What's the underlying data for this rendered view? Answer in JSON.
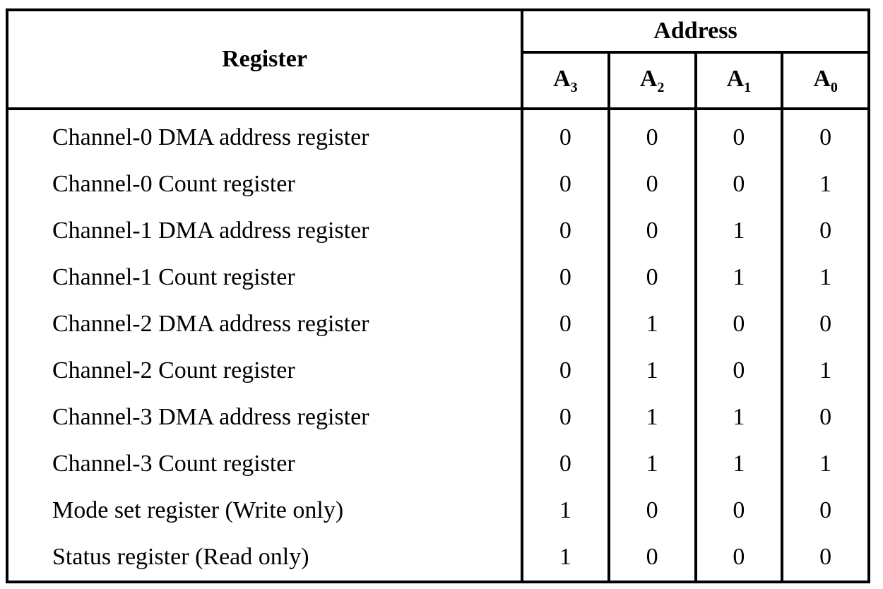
{
  "table": {
    "header": {
      "register": "Register",
      "address": "Address",
      "bits": [
        {
          "base": "A",
          "sub": "3"
        },
        {
          "base": "A",
          "sub": "2"
        },
        {
          "base": "A",
          "sub": "1"
        },
        {
          "base": "A",
          "sub": "0"
        }
      ]
    },
    "rows": [
      {
        "register": "Channel-0 DMA address register",
        "a3": "0",
        "a2": "0",
        "a1": "0",
        "a0": "0"
      },
      {
        "register": "Channel-0 Count register",
        "a3": "0",
        "a2": "0",
        "a1": "0",
        "a0": "1"
      },
      {
        "register": "Channel-1 DMA address register",
        "a3": "0",
        "a2": "0",
        "a1": "1",
        "a0": "0"
      },
      {
        "register": "Channel-1 Count register",
        "a3": "0",
        "a2": "0",
        "a1": "1",
        "a0": "1"
      },
      {
        "register": "Channel-2 DMA address register",
        "a3": "0",
        "a2": "1",
        "a1": "0",
        "a0": "0"
      },
      {
        "register": "Channel-2 Count register",
        "a3": "0",
        "a2": "1",
        "a1": "0",
        "a0": "1"
      },
      {
        "register": "Channel-3 DMA address register",
        "a3": "0",
        "a2": "1",
        "a1": "1",
        "a0": "0"
      },
      {
        "register": "Channel-3 Count register",
        "a3": "0",
        "a2": "1",
        "a1": "1",
        "a0": "1"
      },
      {
        "register": "Mode set register (Write only)",
        "a3": "1",
        "a2": "0",
        "a1": "0",
        "a0": "0"
      },
      {
        "register": "Status register (Read only)",
        "a3": "1",
        "a2": "0",
        "a1": "0",
        "a0": "0"
      }
    ]
  }
}
